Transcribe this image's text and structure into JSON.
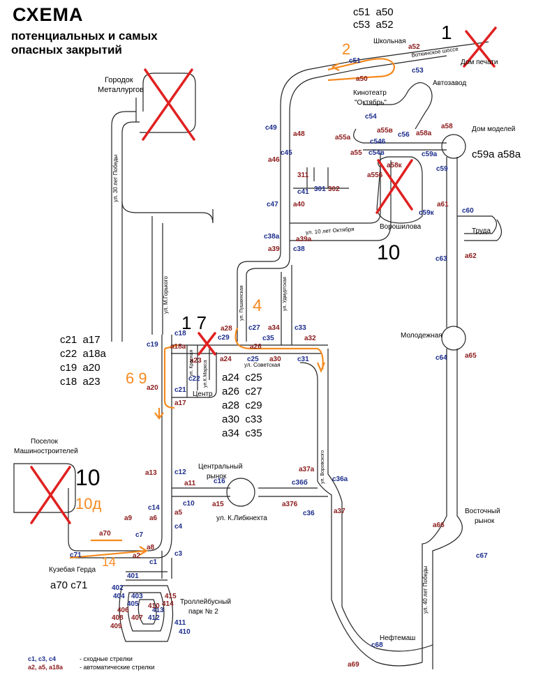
{
  "title": "СХЕМА",
  "subtitle_line1": "потенциальных  и самых",
  "subtitle_line2": "опасных закрытий",
  "colors": {
    "track": "#222222",
    "blue": "#1b2c8c",
    "red": "#8b1a1a",
    "orange": "#f58a1f",
    "cross": "#e02020"
  },
  "stops": {
    "gorodok": [
      "Городок",
      "Металлургов"
    ],
    "shkolnaya": "Школьная",
    "votkinskoe": "Воткинское шоссе",
    "dom_pechati": "Дом печати",
    "avtozavod": "Автозавод",
    "kinoteatr": [
      "Кинотеатр",
      "\"Октябрь\""
    ],
    "dom_modeley": "Дом моделей",
    "voroshilova": "Ворошилова",
    "truda": "Труда",
    "molodezhnaya": "Молодежная",
    "tsentr": "Центр",
    "tsentralny_rynok": [
      "Центральный",
      "рынок"
    ],
    "vostochny_rynok": [
      "Восточный",
      "рынок"
    ],
    "neftemash": "Нефтемаш",
    "poselok": [
      "Поселок",
      "Машиностроителей"
    ],
    "kuzebaya": "Кузебая Герда",
    "trolley_park": [
      "Троллейбусный",
      "парк № 2"
    ]
  },
  "streets": {
    "pobedy30": "ул. 30 лет Победы",
    "gorkogo": "ул. М.Горького",
    "krasnaya": "ул. Красная",
    "marksa": "ул.К.Маркса",
    "pushkinskaya": "ул. Пушкинская",
    "udmurtskaya": "ул. Удмуртская",
    "sovetskaya": "ул. Советская",
    "vorovskogo": "ул. Воровского",
    "liebknehta": "ул. К.Либкнехта",
    "oktyabrya": "ул. 10 лет Октября",
    "pobedy40": "ул. 40 лет Победы"
  },
  "numbers": {
    "n1": "1",
    "n2": "2",
    "n4": "4",
    "n69": "6 9",
    "n17": "1 7",
    "n10top": "10",
    "n10left": "10",
    "n10a": "10д",
    "n14": "14"
  },
  "groups": {
    "top_right": [
      "c51  a50",
      "c53  a52"
    ],
    "left": [
      "c21  a17",
      "c22  a18a",
      "c19  a20",
      "c18  a23"
    ],
    "center": [
      "a24  c25",
      "a26  c27",
      "a28  c29",
      "a30  c33",
      "a34  c35"
    ],
    "dom_modeley": "c59a a58a",
    "kuzebaya": "a70 c71"
  },
  "legend": {
    "blue_codes": "c1, c3, c4",
    "blue_desc": "-  сходные стрелки",
    "red_codes": "a2, a5, a18a",
    "red_desc": "-  автоматические стрелки"
  },
  "labels": {
    "blue": [
      "c51",
      "c53",
      "c54",
      "c546",
      "c54в",
      "c56",
      "c59a",
      "c59",
      "c59к",
      "c60",
      "c63",
      "c64",
      "c67",
      "c68",
      "c49",
      "c45",
      "c41",
      "c47",
      "c38a",
      "c38",
      "c27",
      "c33",
      "c35",
      "c29",
      "c25",
      "c31",
      "c18",
      "c19",
      "c22",
      "c21",
      "c12",
      "c16",
      "c36б",
      "c36a",
      "c36",
      "c10",
      "c14",
      "c7",
      "c4",
      "c3",
      "c1",
      "c71",
      "301",
      "401",
      "402",
      "403",
      "404",
      "405",
      "411",
      "410",
      "413",
      "412"
    ],
    "red": [
      "a52",
      "a50",
      "a48",
      "a46",
      "a55a",
      "a55",
      "a55в",
      "a58a",
      "a58",
      "a556",
      "a58к",
      "a61",
      "a62",
      "a65",
      "a66",
      "a69",
      "a40",
      "a39a",
      "a39",
      "a28",
      "a34",
      "a26",
      "a32",
      "a30",
      "a24",
      "a23",
      "a18a",
      "a20",
      "a17",
      "a13",
      "a11",
      "a15",
      "a376",
      "a37a",
      "a37",
      "a9",
      "a6",
      "a5",
      "a70",
      "a8",
      "a2",
      "311",
      "302",
      "415",
      "414",
      "406",
      "407",
      "408",
      "409",
      "410"
    ]
  }
}
